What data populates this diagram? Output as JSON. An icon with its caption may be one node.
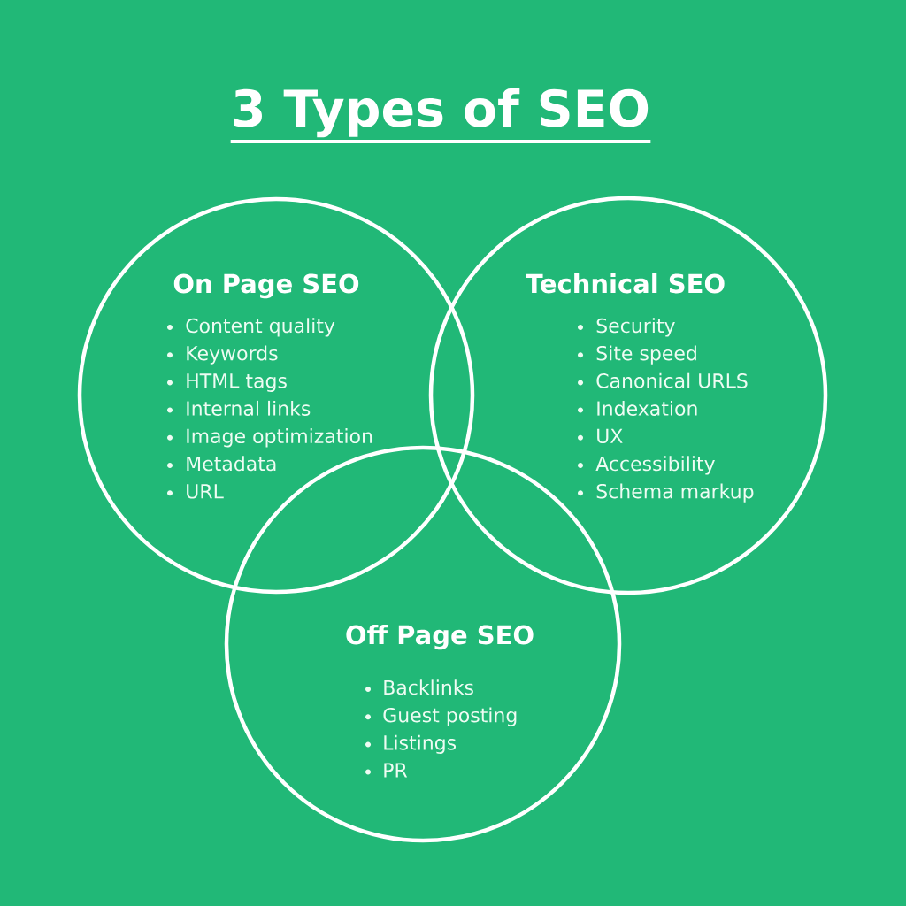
{
  "diagram": {
    "title": "3 Types of SEO",
    "nodes": [
      {
        "text": [
          "On Page SEO",
          "Content quality",
          "Keywords",
          "HTML tags",
          "Internal links",
          "Image optimization",
          "Metadata",
          "URL"
        ]
      },
      {
        "text": [
          "Technical SEO",
          "Security",
          "Site speed",
          "Canonical URLS",
          "Indexation",
          "UX",
          "Accessibility",
          "Schema markup"
        ]
      },
      {
        "text": [
          "Off Page SEO",
          "Backlinks",
          "Guest posting",
          "Listings",
          "PR"
        ]
      }
    ]
  }
}
